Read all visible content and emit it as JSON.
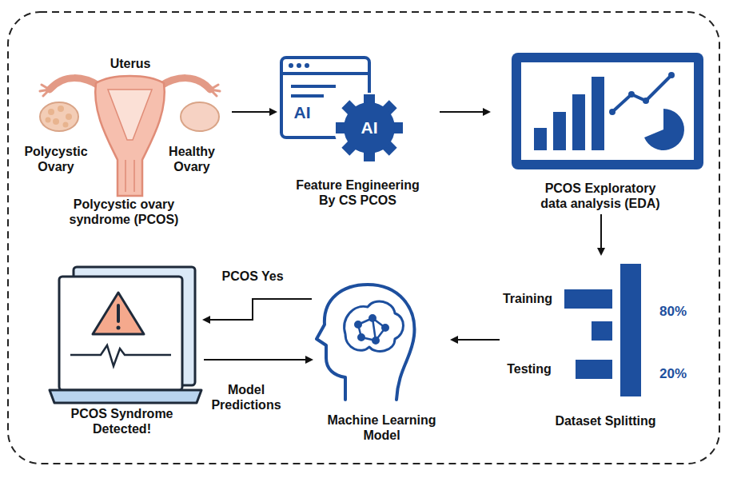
{
  "diagram": {
    "nodes": [
      {
        "text": [
          "Polycystic ovary syndrome (PCOS)"
        ]
      },
      {
        "text": [
          "Feature Engineering By CS PCOS"
        ]
      },
      {
        "text": [
          "PCOS Exploratory data analysis (EDA)"
        ]
      },
      {
        "text": [
          "Dataset Splitting"
        ]
      },
      {
        "text": [
          "Machine Learning Model"
        ]
      },
      {
        "text": [
          "PCOS Syndrome Detected!"
        ]
      }
    ],
    "edges": [
      {
        "from": 0,
        "to": 1,
        "arrow": "to"
      },
      {
        "from": 1,
        "to": 2,
        "arrow": "to"
      },
      {
        "from": 2,
        "to": 3,
        "arrow": "to"
      },
      {
        "from": 3,
        "to": 4,
        "arrow": "to"
      },
      {
        "from": 4,
        "to": 5,
        "label": "PCOS Yes",
        "arrow": "to"
      },
      {
        "from": 5,
        "to": 4,
        "label": "Model Predictions",
        "arrow": "to"
      }
    ],
    "labels": [
      "Uterus",
      "Polycystic Ovary",
      "Healthy Ovary",
      "AI",
      "AI",
      "Training",
      "Testing",
      "80%",
      "20%"
    ]
  }
}
